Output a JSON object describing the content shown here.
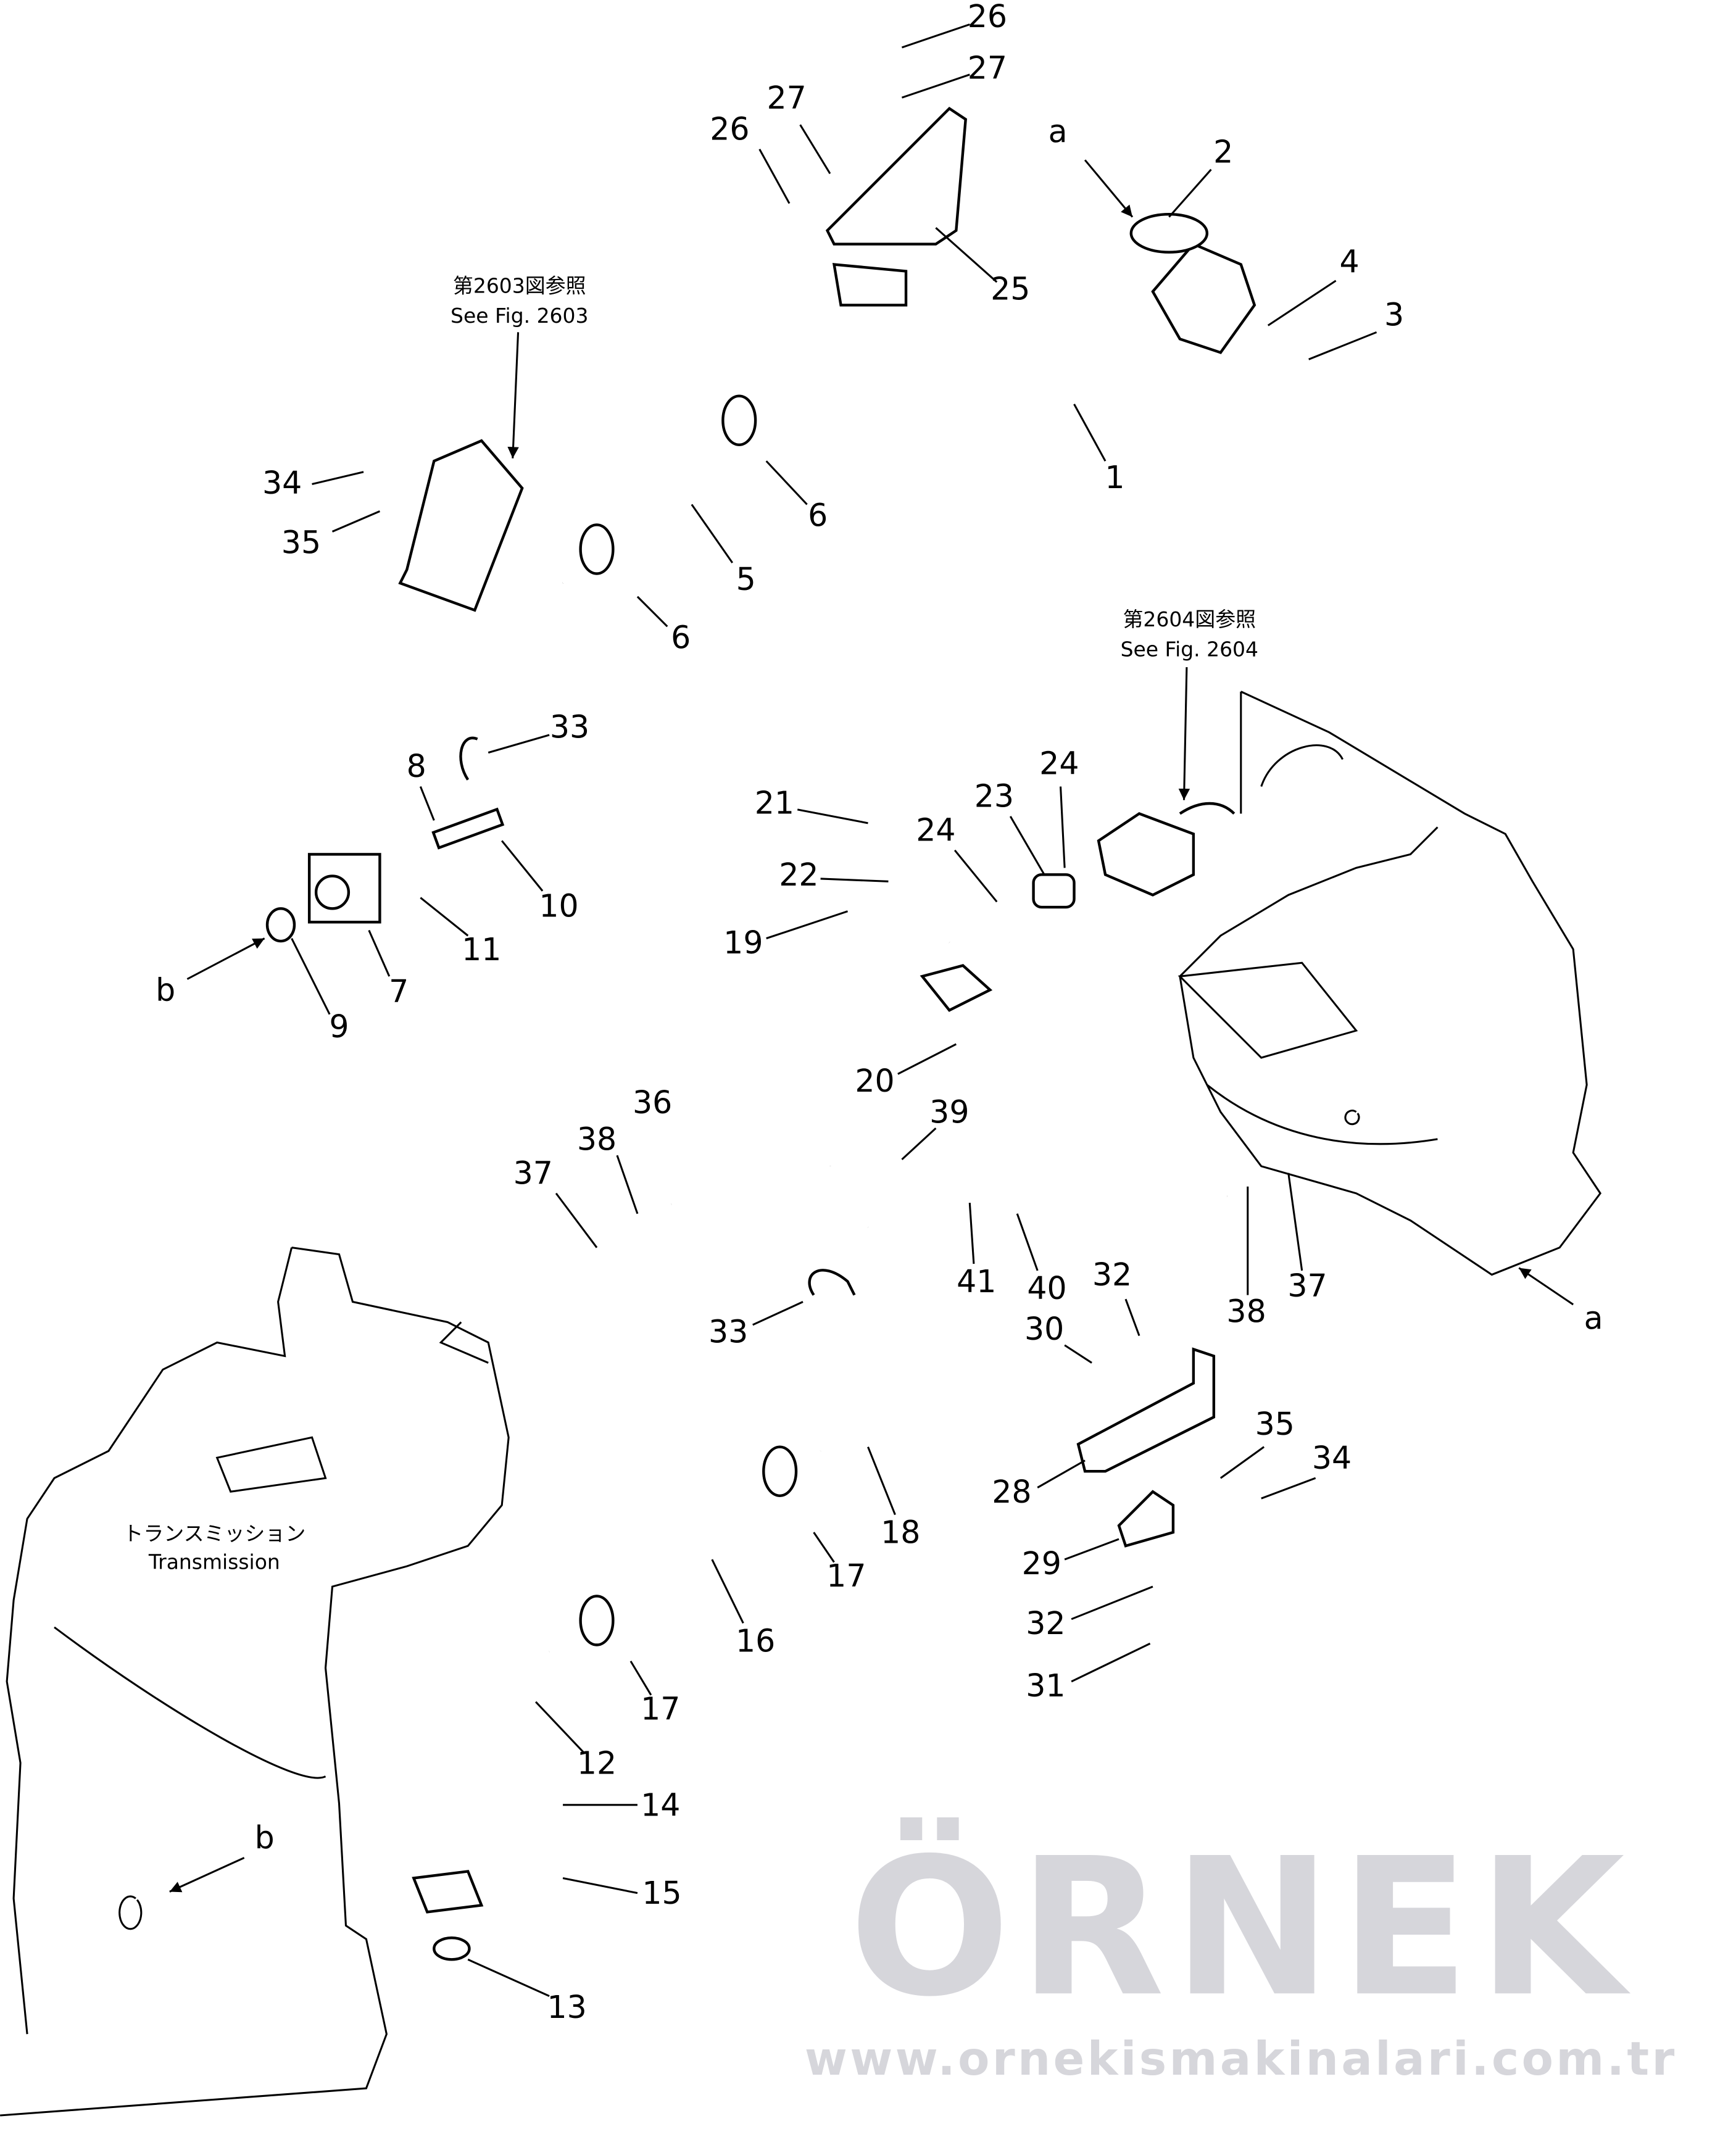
{
  "watermark": {
    "brand": "ÖRNEK",
    "url": "www.ornekismakinalari.com.tr",
    "color": "#d6d6db"
  },
  "references": {
    "fig2603_jp": "第2603図参照",
    "fig2603_en": "See Fig. 2603",
    "fig2604_jp": "第2604図参照",
    "fig2604_en": "See Fig. 2604"
  },
  "transmission": {
    "jp": "トランスミッション",
    "en": "Transmission"
  },
  "callouts": [
    "26",
    "27",
    "27",
    "26",
    "a",
    "2",
    "4",
    "3",
    "25",
    "1",
    "6",
    "5",
    "6",
    "34",
    "35",
    "33",
    "8",
    "10",
    "11",
    "7",
    "9",
    "b",
    "21",
    "22",
    "24",
    "23",
    "24",
    "19",
    "20",
    "36",
    "38",
    "37",
    "39",
    "41",
    "40",
    "32",
    "30",
    "33",
    "38",
    "37",
    "a",
    "35",
    "34",
    "28",
    "18",
    "17",
    "29",
    "32",
    "31",
    "16",
    "17",
    "12",
    "14",
    "15",
    "b",
    "13"
  ]
}
